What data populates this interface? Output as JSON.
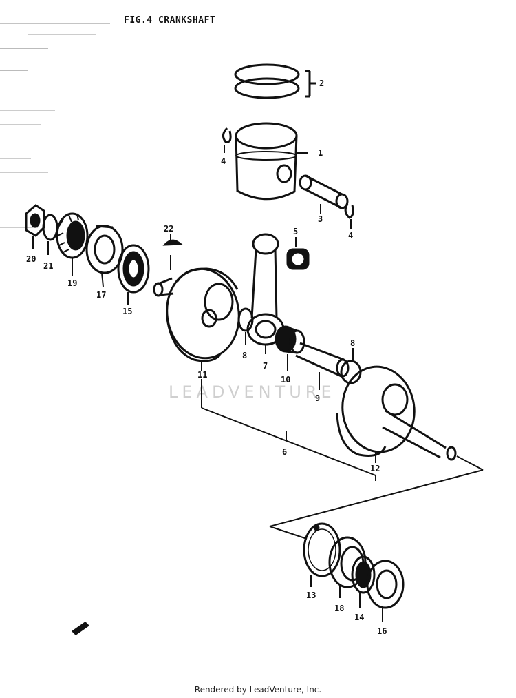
{
  "figure": {
    "title": "FIG.4  CRANKSHAFT",
    "watermark": "LEADVENTURE",
    "footer": "Rendered by LeadVenture, Inc."
  },
  "callouts": [
    "1",
    "2",
    "3",
    "4",
    "4",
    "5",
    "6",
    "7",
    "8",
    "8",
    "9",
    "10",
    "11",
    "12",
    "13",
    "14",
    "15",
    "16",
    "17",
    "18",
    "19",
    "20",
    "21",
    "22"
  ],
  "colors": {
    "ink": "#111111",
    "paper": "#ffffff",
    "watermark": "#cfcfcf"
  }
}
